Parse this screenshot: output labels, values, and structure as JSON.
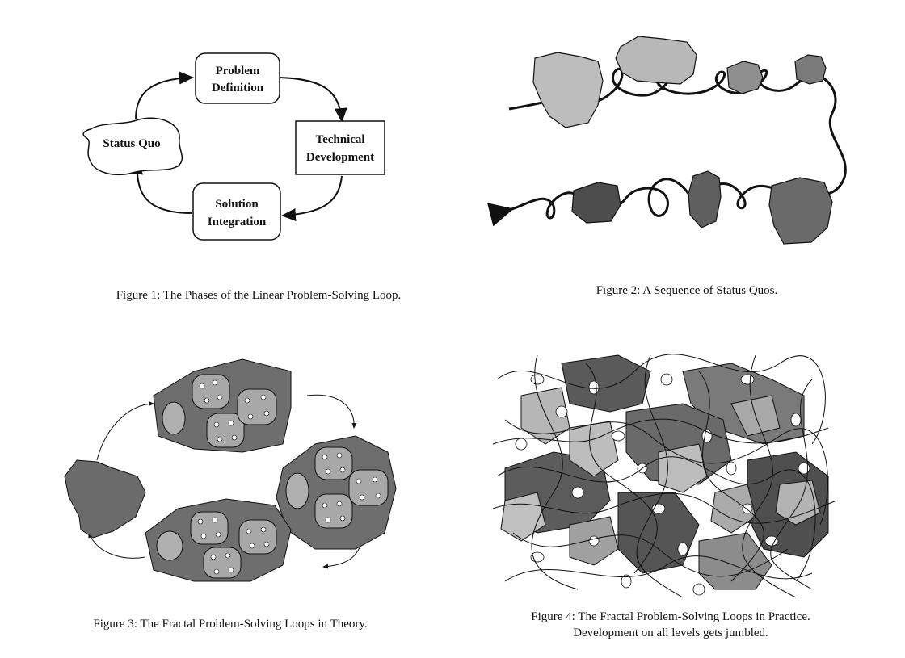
{
  "figure1": {
    "nodes": {
      "problem_definition": [
        "Problem",
        "Definition"
      ],
      "technical_development": [
        "Technical",
        "Development"
      ],
      "solution_integration": [
        "Solution",
        "Integration"
      ],
      "status_quo": "Status Quo"
    },
    "caption": "Figure 1: The Phases of the Linear Problem-Solving Loop."
  },
  "figure2": {
    "caption": "Figure 2: A Sequence of Status Quos."
  },
  "figure3": {
    "caption": "Figure 3: The Fractal Problem-Solving Loops in Theory."
  },
  "figure4": {
    "caption_line1": "Figure 4: The Fractal Problem-Solving Loops in Practice.",
    "caption_line2": "Development on all levels gets jumbled."
  },
  "colors": {
    "light": "#b9b9b9",
    "mid": "#8f8f8f",
    "dark": "#5a5a5a",
    "line": "#111111"
  }
}
